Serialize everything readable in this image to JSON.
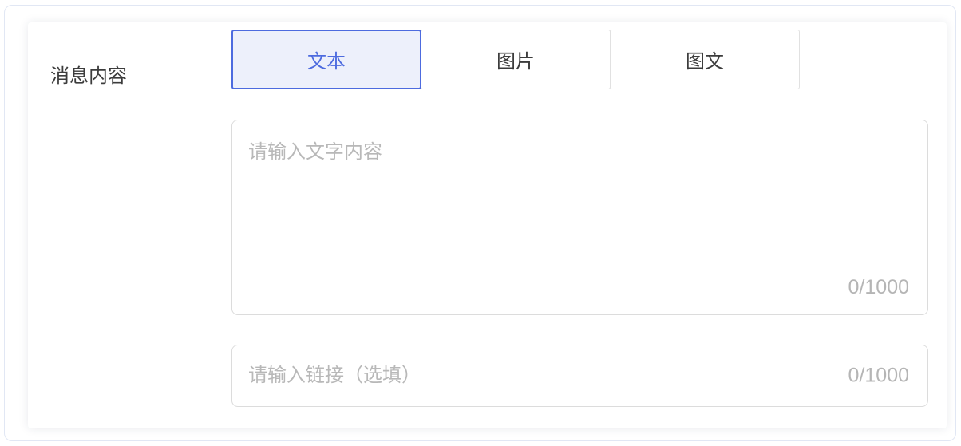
{
  "form": {
    "label": "消息内容",
    "tabs": [
      {
        "label": "文本",
        "active": true
      },
      {
        "label": "图片",
        "active": false
      },
      {
        "label": "图文",
        "active": false
      }
    ],
    "text_area": {
      "value": "",
      "placeholder": "请输入文字内容",
      "counter": "0/1000",
      "max_length": 1000
    },
    "link_input": {
      "value": "",
      "placeholder": "请输入链接（选填）",
      "counter": "0/1000",
      "max_length": 1000
    }
  },
  "colors": {
    "accent": "#4d6bdf",
    "accent_bg": "#edf0fb",
    "tab_border": "#e1e1e1",
    "field_border": "#dcdcdc",
    "text": "#3c3c3c",
    "placeholder": "#b8b8b8",
    "counter": "#b5b5b5",
    "frame_border": "#e1e7f4"
  }
}
